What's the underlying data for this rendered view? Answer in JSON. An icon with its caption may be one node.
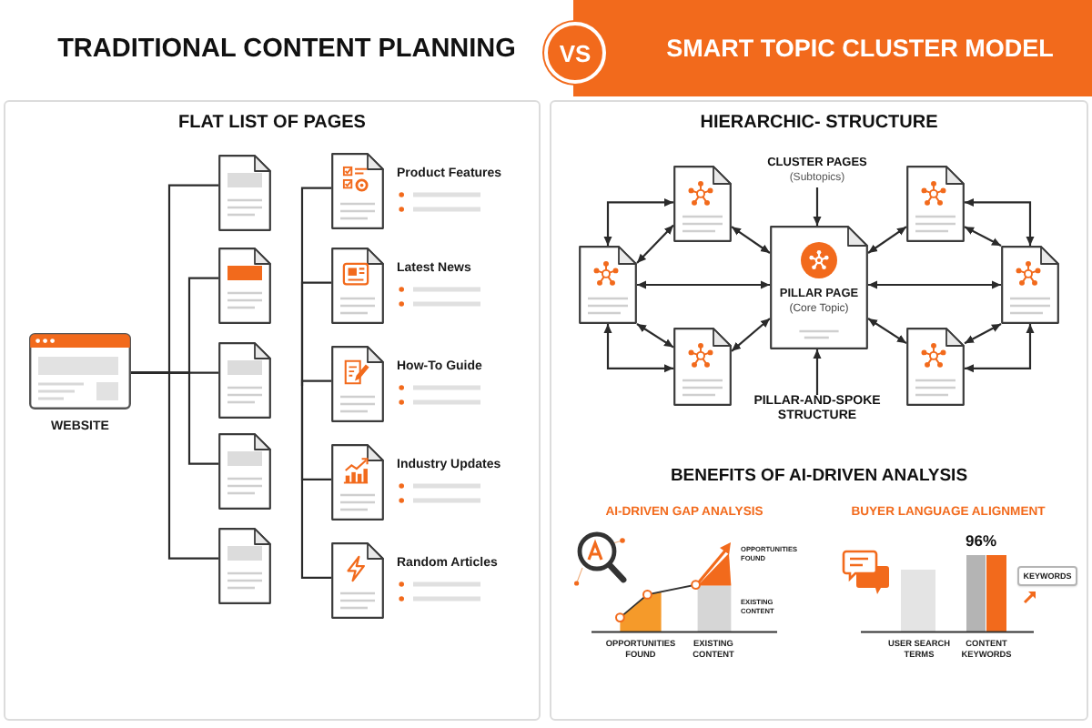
{
  "diagram": {
    "nodes": [
      {
        "text": [
          "VS"
        ]
      },
      {
        "text": [
          "SMART TOPIC CLUSTER MODEL"
        ]
      },
      {
        "text": [
          "WEBSITE"
        ]
      },
      {
        "text": [],
        "shape": "document"
      },
      {
        "text": [],
        "shape": "document"
      },
      {
        "text": [],
        "shape": "document"
      },
      {
        "text": [],
        "shape": "document"
      },
      {
        "text": [],
        "shape": "document"
      },
      {
        "text": [
          "Product Features"
        ]
      },
      {
        "text": [
          "Latest News"
        ]
      },
      {
        "text": [
          "How-To Guide"
        ]
      },
      {
        "text": [
          "Industry Updates"
        ]
      },
      {
        "text": [
          "Random Articles"
        ]
      },
      {
        "text": [
          "CLUSTER PAGES",
          "(Subtopics)"
        ]
      },
      {
        "text": [],
        "shape": "document"
      },
      {
        "text": [],
        "shape": "document"
      },
      {
        "text": [],
        "shape": "document"
      },
      {
        "text": [
          "PILLAR PAGE",
          "(Core Topic)"
        ]
      },
      {
        "text": [],
        "shape": "document"
      },
      {
        "text": [],
        "shape": "document"
      },
      {
        "text": [],
        "shape": "document"
      },
      {
        "text": [
          "PILLAR-AND-SPOKE STRUCTURE"
        ]
      },
      {
        "text": [
          "KEYWORDS"
        ]
      }
    ],
    "edges": [
      {
        "from": 2,
        "to": 3,
        "arrow": "none"
      },
      {
        "from": 2,
        "to": 4,
        "arrow": "none"
      },
      {
        "from": 2,
        "to": 5,
        "arrow": "none"
      },
      {
        "from": 2,
        "to": 6,
        "arrow": "none"
      },
      {
        "from": 2,
        "to": 7,
        "arrow": "none"
      },
      {
        "from": null,
        "to": 8,
        "arrow": "none"
      },
      {
        "from": null,
        "to": 9,
        "arrow": "none"
      },
      {
        "from": null,
        "to": 10,
        "arrow": "none"
      },
      {
        "from": null,
        "to": 11,
        "arrow": "none"
      },
      {
        "from": null,
        "to": 12,
        "arrow": "none"
      },
      {
        "from": 16,
        "to": 14,
        "arrow": "both"
      },
      {
        "from": 16,
        "to": 14,
        "arrow": "both"
      },
      {
        "from": 14,
        "to": 17,
        "arrow": "both"
      },
      {
        "from": 15,
        "to": 17,
        "arrow": "both"
      },
      {
        "from": 15,
        "to": 18,
        "arrow": "both"
      },
      {
        "from": 15,
        "to": 18,
        "arrow": "both"
      },
      {
        "from": 16,
        "to": 17,
        "arrow": "both"
      },
      {
        "from": 17,
        "to": 18,
        "arrow": "both"
      },
      {
        "from": 16,
        "to": 19,
        "arrow": "both"
      },
      {
        "from": 16,
        "to": 19,
        "arrow": "both"
      },
      {
        "from": 19,
        "to": 17,
        "arrow": "both"
      },
      {
        "from": 20,
        "to": 17,
        "arrow": "both"
      },
      {
        "from": 20,
        "to": 18,
        "arrow": "both"
      },
      {
        "from": 20,
        "to": 18,
        "arrow": "both"
      },
      {
        "from": 13,
        "to": 17,
        "arrow": "to"
      },
      {
        "from": 21,
        "to": 17,
        "arrow": "to"
      }
    ],
    "labels": [
      "TRADITIONAL CONTENT PLANNING",
      "FLAT LIST OF PAGES",
      "HIERARCHIC- STRUCTURE",
      "BENEFITS OF AI-DRIVEN ANALYSIS",
      "AI-DRIVEN GAP ANALYSIS",
      "BUYER LANGUAGE ALIGNMENT",
      "OPPORTUNITIES FOUND",
      "96%",
      "EXISTING CONTENT",
      "OPPORTUNITIES FOUND",
      "EXISTING CONTENT",
      "USER SEARCH TERMS",
      "CONTENT KEYWORDS"
    ]
  }
}
